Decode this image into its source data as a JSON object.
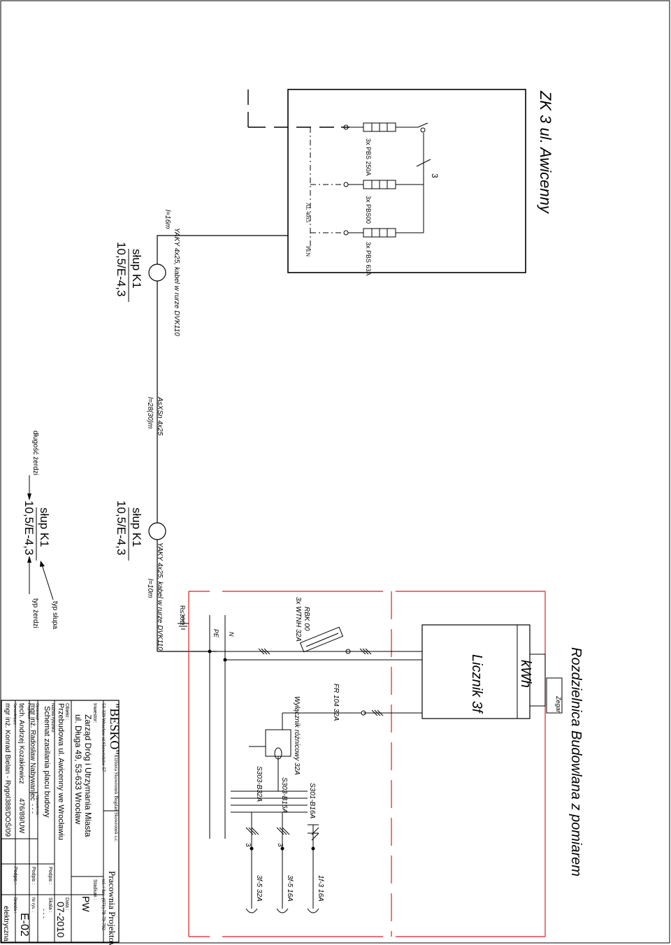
{
  "zk3": {
    "title": "ZK 3 ul. Awicenny",
    "fuse1": "3x PBS 250A",
    "fuse2": "3x PBS00",
    "fuse3": "3x PBS 63A",
    "phase_count": "3",
    "bus_al": "AL 40x5",
    "bus_pen": "PEN"
  },
  "cables": {
    "top_name": "YAKY 4x25, kabel w rurze DVK110",
    "top_len": "l=16m",
    "mid_name": "AsXSn 4x25",
    "mid_len": "l=28(30)m",
    "bot_name": "YAKY 4x25, kabel w rurze DVK110",
    "bot_len": "l=10m"
  },
  "poles": {
    "p1_name": "słup K1",
    "p1_type": "10,5/E-4,3",
    "p2_name": "słup K1",
    "p2_type": "10,5/E-4,3",
    "legend_name": "słup K1",
    "legend_type": "10,5/E-4,3",
    "legend_pole_type": "typ słupa",
    "legend_earth_type": "typ żerdzi",
    "legend_earth_len": "długość żerdzi"
  },
  "board": {
    "title": "Rozdzielnica Budowlana z pomiarem",
    "meter": "Licznik 3f",
    "kwh": "kWh",
    "clock": "Zegar",
    "earth": "R≤30Ω",
    "pe": "PE",
    "n": "N",
    "rbk1": "RBK 00",
    "rbk2": "3x WTNH 32A",
    "fr": "FR 104 32A",
    "rcd": "Wyłącznik różnicowy 32A",
    "cb1": "S301-B16A",
    "cb2": "S303-B16A",
    "cb3": "S303-B32A",
    "out1": "1f-3 16A",
    "out2": "3f-5 16A",
    "out3": "3f-5 32A",
    "out_ph2": "3",
    "out_ph3": "3"
  },
  "titleblock": {
    "firm": "\"BESKO\"",
    "firm_sub": "Elżbieta Skowronek Bogdan Skowronek s.c.",
    "office": "Pracownia Projektowa",
    "address": "53-339 Wrocław ul.Skowroków 57",
    "phone": "tel. / fax. (071) 78-79-792",
    "investor_lbl": "Inwestor:",
    "investor1": "Zarząd Dróg i Utrzymania Miasta",
    "investor2": "ul. Długa 49, 53-633 Wrocław",
    "stage_lbl": "Stadium :",
    "stage": "PW",
    "object_lbl": "Obiekt :",
    "object": "Przebudowa ul. Awicenny we Wrocławiu",
    "date_lbl": "Data :",
    "date": "07-2010",
    "drawing_lbl": "Nazwa rysunku:",
    "drawing": "Schemat zasilania placu budowy",
    "designed_lbl": "Opracował :",
    "designer": "mgr inż. Radosław Nabywaniec",
    "perm_lbl": "Uprawnienia :",
    "perm1": "- - -",
    "sign_lbl1": "Podpis :",
    "scale_lbl": "Skala :",
    "scale": "- - -",
    "drafted_lbl": "Projektant :",
    "drafter": "tech. Andrzej Kozakiewicz",
    "perm2": "476/89/UW",
    "sign_lbl2": "Podpis :",
    "num_lbl": "Nr rys. :",
    "num": "E-02",
    "checked_lbl": "Sprawdzający :",
    "checker": "mgr inż. Konrad Bielan - Rygol",
    "perm3": "388/DOŚ/09",
    "sign_lbl3": "Podpis :",
    "branch_lbl": "Branża :",
    "branch": "elektryczna"
  }
}
